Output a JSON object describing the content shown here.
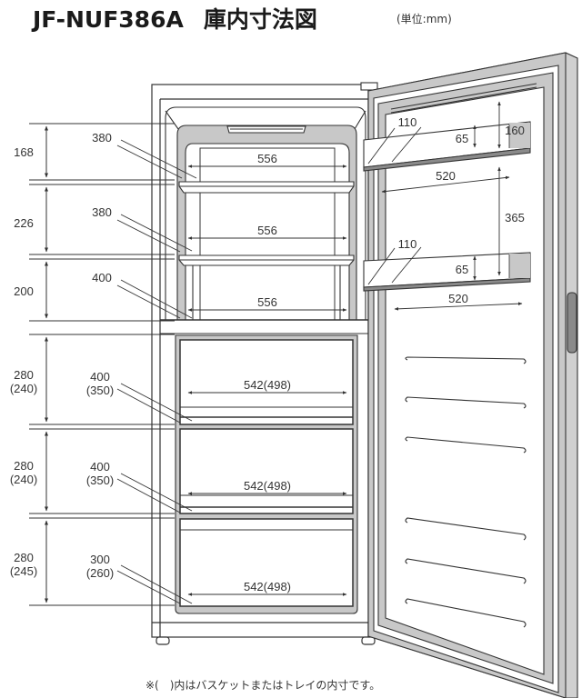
{
  "header": {
    "model": "JF-NUF386A",
    "title": "庫内寸法図",
    "unit_note": "(単位:mm)"
  },
  "footnote": "※(　)内はバスケットまたはトレイの内寸です。",
  "colors": {
    "line": "#333333",
    "panel_gray": "#c8c8c8",
    "dark_gray": "#8a8a8a",
    "background": "#ffffff"
  },
  "left_dimensions": {
    "heights": [
      {
        "value": "168"
      },
      {
        "value": "226"
      },
      {
        "value": "200"
      },
      {
        "value": "280",
        "sub": "(240)"
      },
      {
        "value": "280",
        "sub": "(240)"
      },
      {
        "value": "280",
        "sub": "(245)"
      }
    ],
    "depths": [
      {
        "value": "380"
      },
      {
        "value": "380"
      },
      {
        "value": "400"
      },
      {
        "value": "400",
        "sub": "(350)"
      },
      {
        "value": "400",
        "sub": "(350)"
      },
      {
        "value": "300",
        "sub": "(260)"
      }
    ]
  },
  "cabinet": {
    "shelf_widths": [
      "556",
      "556",
      "556"
    ],
    "basket_widths": [
      "542(498)",
      "542(498)",
      "542(498)"
    ]
  },
  "door": {
    "upper_pocket": {
      "depth": "110",
      "height": "65",
      "clearance": "160",
      "width": "520"
    },
    "lower_pocket": {
      "depth": "110",
      "height": "65",
      "width": "520"
    },
    "pocket_gap": "365",
    "rack_bar_count": 6
  }
}
